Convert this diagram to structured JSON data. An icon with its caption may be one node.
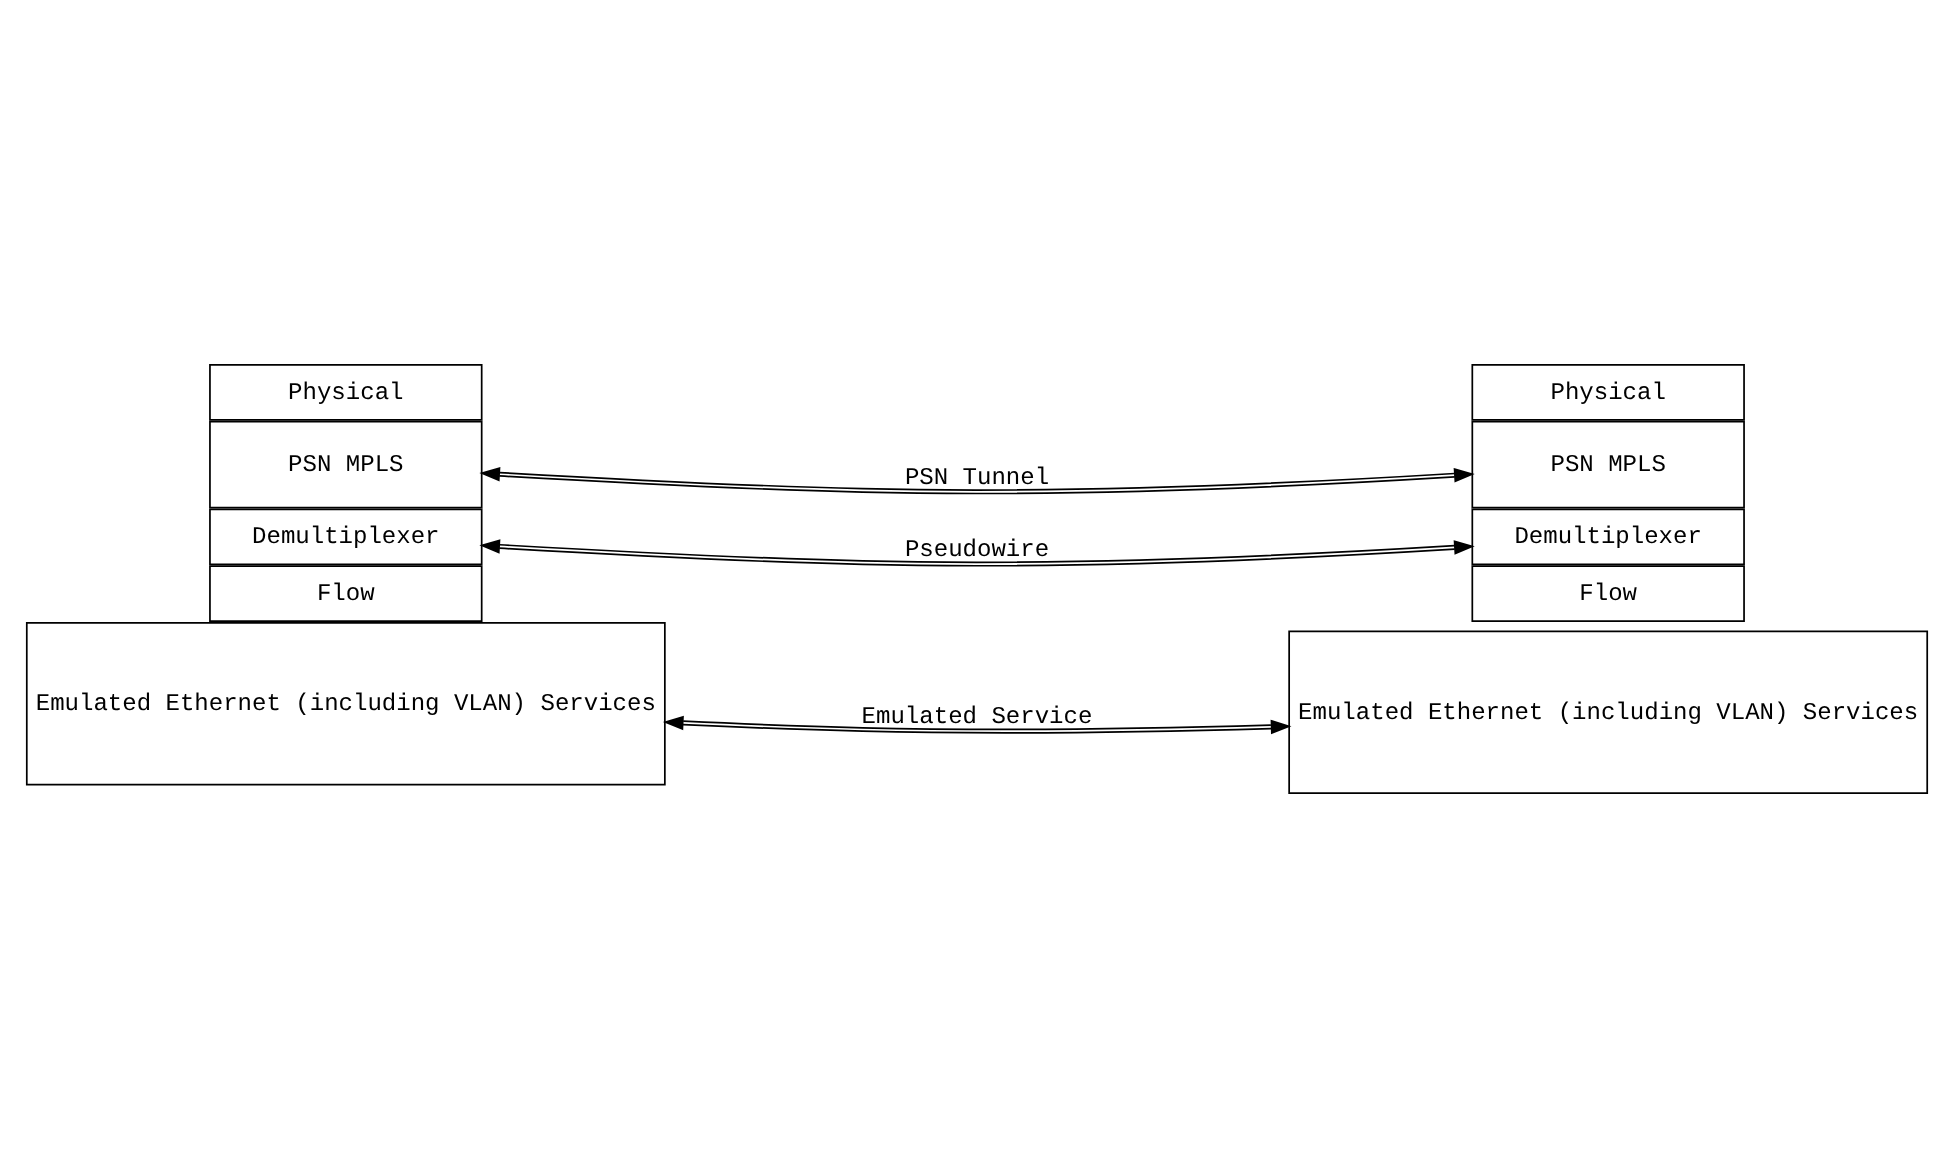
{
  "diagram": {
    "nodes": [
      {
        "text": [
          "Emulated Ethernet (including VLAN) Services"
        ]
      },
      {
        "text": [
          "Flow"
        ]
      },
      {
        "text": [
          "Demultiplexer"
        ]
      },
      {
        "text": [
          "PSN MPLS"
        ]
      },
      {
        "text": [
          "Physical"
        ]
      },
      {
        "text": [
          "Emulated Ethernet (including VLAN) Services"
        ]
      },
      {
        "text": [
          "Flow"
        ]
      },
      {
        "text": [
          "Demultiplexer"
        ]
      },
      {
        "text": [
          "PSN MPLS"
        ]
      },
      {
        "text": [
          "Physical"
        ]
      }
    ],
    "edges": [
      {
        "from": 0,
        "to": 5,
        "arrow": "both",
        "label": "Emulated Service"
      },
      {
        "from": 2,
        "to": 7,
        "arrow": "both",
        "label": "Pseudowire"
      },
      {
        "from": 3,
        "to": 8,
        "arrow": "both",
        "label": "PSN Tunnel"
      }
    ]
  }
}
